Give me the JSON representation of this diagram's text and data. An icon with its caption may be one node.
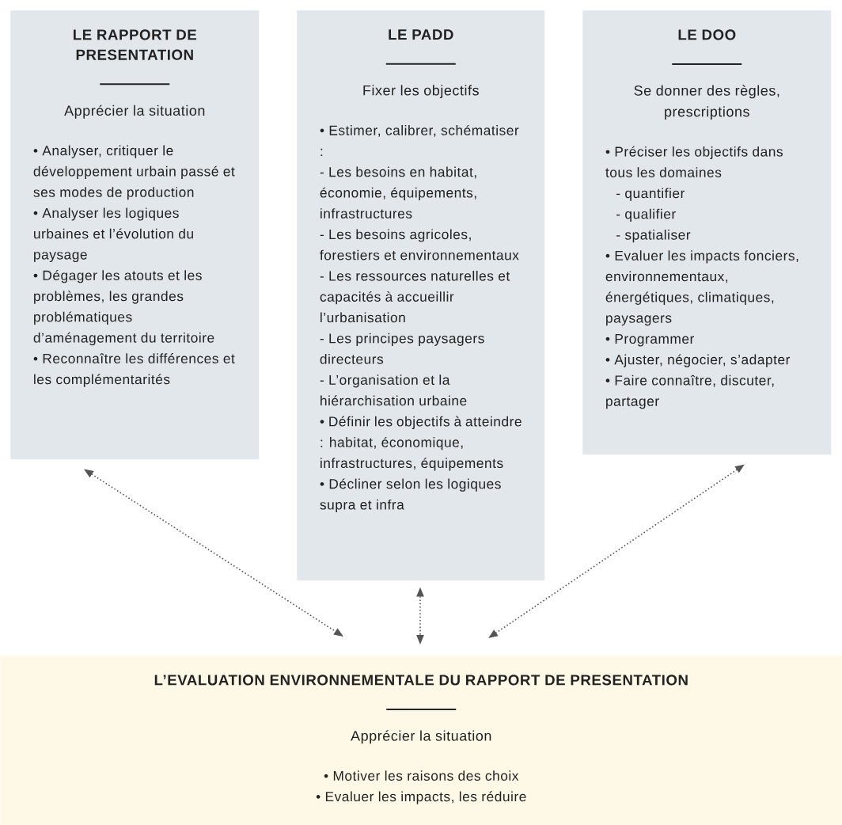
{
  "diagram": {
    "nodes": [
      {
        "text": [
          "LE RAPPORT DE PRESENTATION",
          "Apprécier la situation",
          "• Analyser, critiquer le développement urbain passé et ses modes de production",
          "• Analyser les logiques urbaines et l’évolution du paysage",
          "• Dégager les atouts et les problèmes, les grandes problématiques d’aménagement du territoire",
          "• Reconnaître les différences et les complémentarités"
        ]
      },
      {
        "text": [
          "LE PADD",
          "Fixer les objectifs",
          "• Estimer, calibrer, schématiser :",
          "- Les besoins en habitat, économie, équipements, infrastructures",
          "- Les besoins agricoles, forestiers et environnementaux",
          "- Les ressources naturelles et capacités à accueillir l’urbanisation",
          "- Les principes paysagers directeurs",
          "- L’organisation et la hiérarchisation urbaine",
          "• Définir les objectifs à atteindre : habitat, économique, infrastructures, équipements",
          "• Décliner selon les logiques supra et infra"
        ]
      },
      {
        "text": [
          "LE DOO",
          "Se donner des règles, prescriptions",
          "• Préciser les objectifs dans tous les domaines",
          "- quantifier",
          "- qualifier",
          "- spatialiser",
          "• Evaluer les impacts fonciers, environnementaux, énergétiques, climatiques, paysagers",
          "• Programmer",
          "• Ajuster, négocier, s’adapter",
          "• Faire connaître, discuter, partager"
        ]
      },
      {
        "text": [
          "L’EVALUATION ENVIRONNEMENTALE DU RAPPORT DE PRESENTATION",
          "Apprécier la situation",
          "• Motiver les raisons des choix",
          "• Evaluer les impacts, les réduire"
        ]
      }
    ],
    "edges": [
      {
        "from": 0,
        "to": 3,
        "arrow": "both"
      },
      {
        "from": 1,
        "to": 3,
        "arrow": "both"
      },
      {
        "from": 2,
        "to": 3,
        "arrow": "both"
      }
    ]
  }
}
